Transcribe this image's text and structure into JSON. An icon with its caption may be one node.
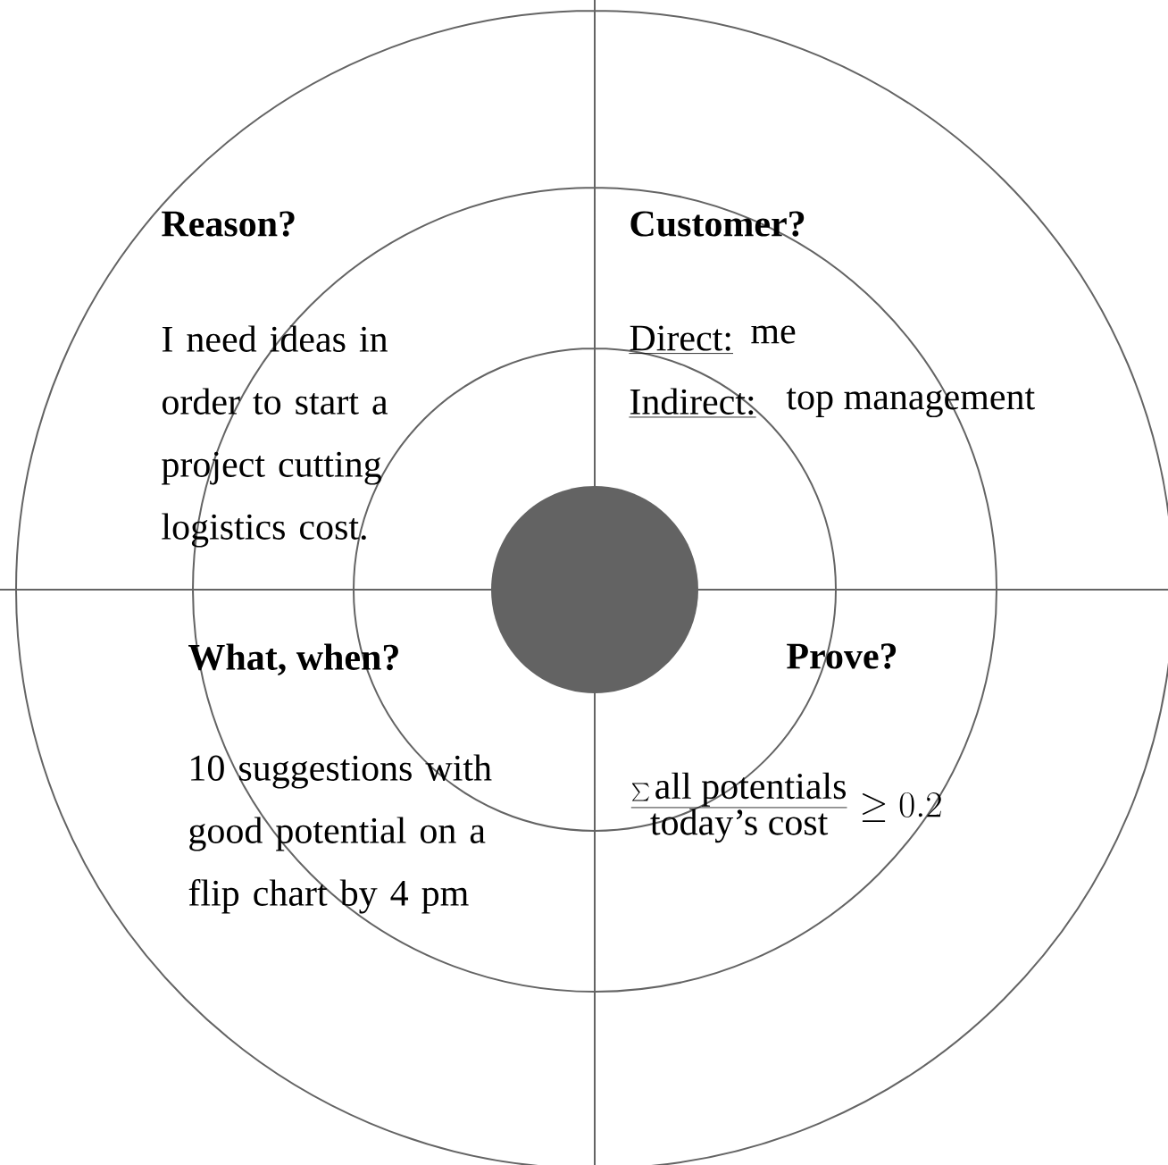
{
  "diagram": {
    "labels": [
      "Reason?",
      "I need ideas in order to start a project cutting logistics cost.",
      "Customer?",
      "Direct:",
      "me",
      "Indirect:",
      "top management",
      "What, when?",
      "10 suggestions with good potential on a flip chart by 4 pm",
      "Prove?",
      "\\frac{\\sum\\mbox{all potentials}}{\\mbox{today's cost}}\\geq 0.2"
    ]
  }
}
